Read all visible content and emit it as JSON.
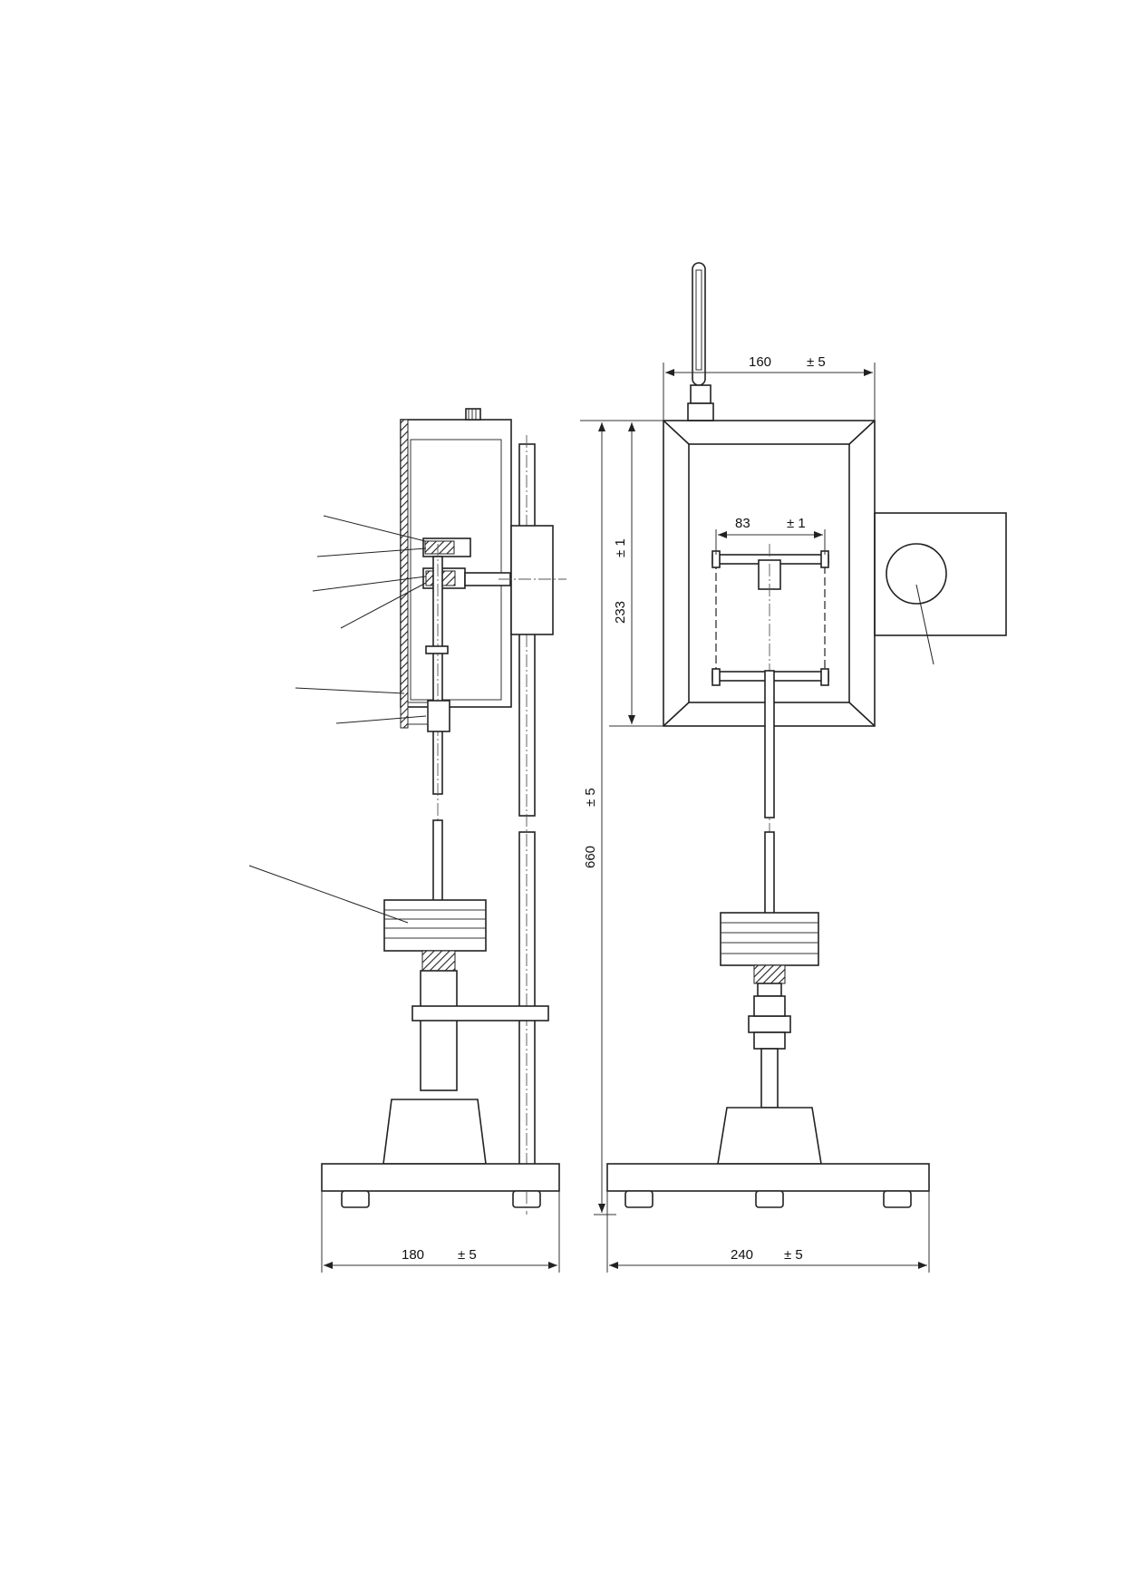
{
  "dimensions": {
    "side_base_width": {
      "value": "180",
      "tolerance": "± 5"
    },
    "front_base_width": {
      "value": "240",
      "tolerance": "± 5"
    },
    "overall_height": {
      "value": "660",
      "tolerance": "± 5"
    },
    "chamber_height": {
      "value": "233",
      "tolerance": "± 1"
    },
    "chamber_width": {
      "value": "160",
      "tolerance": "± 5"
    },
    "specimen_width": {
      "value": "83",
      "tolerance": "± 1"
    }
  }
}
